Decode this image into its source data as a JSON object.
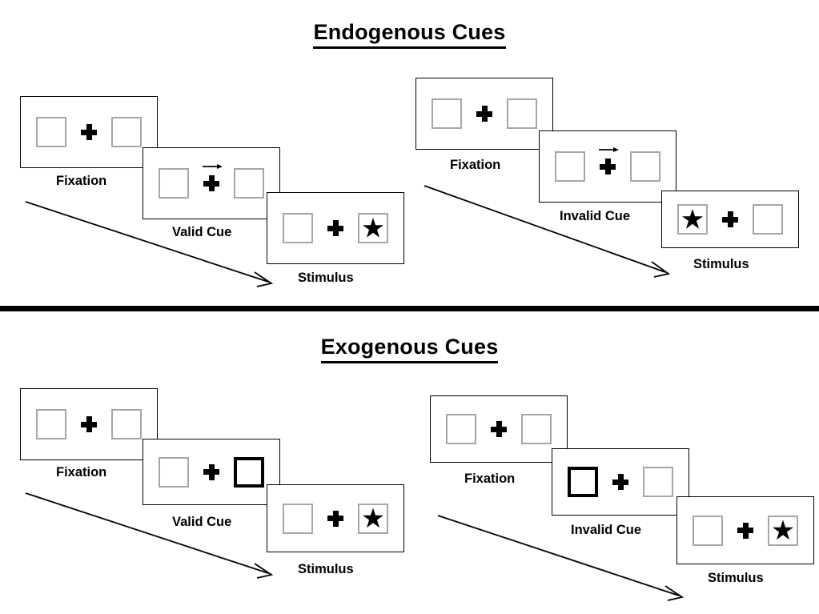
{
  "figure": {
    "sections": [
      {
        "id": "endogenous",
        "title": "Endogenous Cues",
        "sequences": [
          {
            "id": "endogenous-valid",
            "condition": "Valid Cue",
            "steps": [
              {
                "label": "Fixation",
                "cue": "none",
                "cue_side": "none",
                "target": "none"
              },
              {
                "label": "Valid Cue",
                "cue": "arrow-right",
                "cue_side": "right",
                "target": "none"
              },
              {
                "label": "Stimulus",
                "cue": "none",
                "cue_side": "none",
                "target": "right",
                "target_symbol": "star"
              }
            ]
          },
          {
            "id": "endogenous-invalid",
            "condition": "Invalid Cue",
            "steps": [
              {
                "label": "Fixation",
                "cue": "none",
                "cue_side": "none",
                "target": "none"
              },
              {
                "label": "Invalid Cue",
                "cue": "arrow-right",
                "cue_side": "right",
                "target": "none"
              },
              {
                "label": "Stimulus",
                "cue": "none",
                "cue_side": "none",
                "target": "left",
                "target_symbol": "star"
              }
            ]
          }
        ]
      },
      {
        "id": "exogenous",
        "title": "Exogenous Cues",
        "sequences": [
          {
            "id": "exogenous-valid",
            "condition": "Valid Cue",
            "steps": [
              {
                "label": "Fixation",
                "cue": "none",
                "cue_side": "none",
                "target": "none"
              },
              {
                "label": "Valid Cue",
                "cue": "box-highlight",
                "cue_side": "right",
                "target": "none"
              },
              {
                "label": "Stimulus",
                "cue": "none",
                "cue_side": "none",
                "target": "right",
                "target_symbol": "star"
              }
            ]
          },
          {
            "id": "exogenous-invalid",
            "condition": "Invalid Cue",
            "steps": [
              {
                "label": "Fixation",
                "cue": "none",
                "cue_side": "none",
                "target": "none"
              },
              {
                "label": "Invalid Cue",
                "cue": "box-highlight",
                "cue_side": "left",
                "target": "none"
              },
              {
                "label": "Stimulus",
                "cue": "none",
                "cue_side": "none",
                "target": "right",
                "target_symbol": "star"
              }
            ]
          }
        ]
      }
    ],
    "icons": {
      "fixation": "plus-cross-icon",
      "cue_arrow": "arrow-right-icon",
      "target": "star-icon",
      "time_flow": "time-arrow-icon"
    },
    "colors": {
      "ink": "#000000",
      "panel_border": "#000000",
      "box_border": "#a6a6a6",
      "box_border_cued": "#000000",
      "background": "#ffffff"
    }
  }
}
